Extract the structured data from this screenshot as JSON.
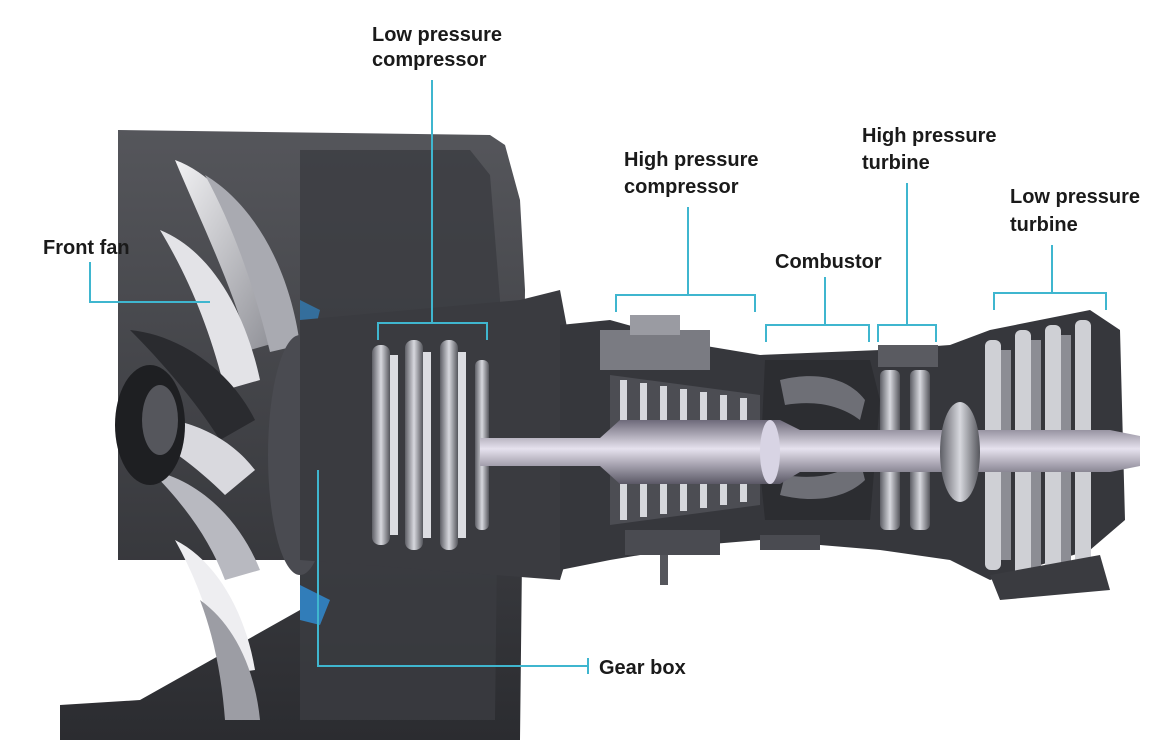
{
  "labels": {
    "front_fan": "Front fan",
    "low_pressure_compressor": [
      "Low pressure",
      "compressor"
    ],
    "high_pressure_compressor": [
      "High pressure",
      "compressor"
    ],
    "combustor": "Combustor",
    "high_pressure_turbine": [
      "High pressure",
      "turbine"
    ],
    "low_pressure_turbine": [
      "Low pressure",
      "turbine"
    ],
    "gear_box": "Gear box"
  },
  "colors": {
    "leader": "#3fb6cf",
    "metal_dark": "#2f3034",
    "metal_mid": "#6f7076",
    "metal_light": "#c9cad0",
    "shaft": "#bfb7cf",
    "accent_blue": "#2f8fd8"
  }
}
